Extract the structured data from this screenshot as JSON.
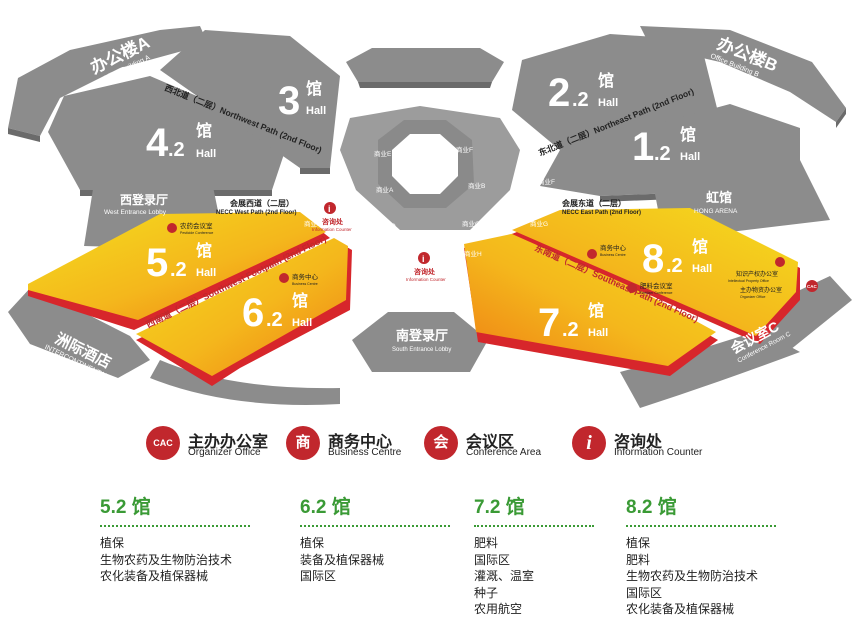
{
  "map": {
    "office_a": {
      "cn": "办公楼A",
      "en": "Office Building A"
    },
    "office_b": {
      "cn": "办公楼B",
      "en": "Office Building B"
    },
    "halls": {
      "h3": {
        "num": "3",
        "cn": "馆",
        "en": "Hall"
      },
      "h42": {
        "num": "4",
        "sub": ".2",
        "cn": "馆",
        "en": "Hall"
      },
      "h22": {
        "num": "2",
        "sub": ".2",
        "cn": "馆",
        "en": "Hall"
      },
      "h12": {
        "num": "1",
        "sub": ".2",
        "cn": "馆",
        "en": "Hall"
      },
      "h52": {
        "num": "5",
        "sub": ".2",
        "cn": "馆",
        "en": "Hall"
      },
      "h62": {
        "num": "6",
        "sub": ".2",
        "cn": "馆",
        "en": "Hall"
      },
      "h72": {
        "num": "7",
        "sub": ".2",
        "cn": "馆",
        "en": "Hall"
      },
      "h82": {
        "num": "8",
        "sub": ".2",
        "cn": "馆",
        "en": "Hall"
      }
    },
    "northwest_path": "西北道（二层）Northwest Path (2nd Floor)",
    "northeast_path": "东北道（二层）Northeast Path (2nd Floor)",
    "west_path": {
      "cn": "会展西道（二层）",
      "en": "NECC West Path (2nd Floor)"
    },
    "east_path": {
      "cn": "会展东道（二层）",
      "en": "NECC East Path (2nd Floor)"
    },
    "southwest_path": "西南道（二层）Southwest Footpath (2nd Floor)",
    "southeast_path": "东南道（二层）Southeast Path (2nd Floor)",
    "west_lobby": {
      "cn": "西登录厅",
      "en": "West Entrance Lobby"
    },
    "south_lobby": {
      "cn": "南登录厅",
      "en": "South Entrance Lobby"
    },
    "hong_arena": {
      "cn": "虹馆",
      "en": "HONG ARENA"
    },
    "intercontinental": {
      "cn": "洲际酒店",
      "en": "INTERCONTINENTAL"
    },
    "conference_c": {
      "cn": "会议室C",
      "en": "Conference Room C"
    },
    "shops": {
      "a": "商业A",
      "b": "商业B",
      "c": "商业C",
      "d": "商业D",
      "e1": "商业E",
      "e2": "商业E",
      "f1": "商业F",
      "f2": "商业F",
      "g": "商业G",
      "h": "商业H",
      "j": "商业J",
      "k": "商业K"
    },
    "info_counter": {
      "cn": "咨询处",
      "en": "Information Counter"
    },
    "pesticide_office": {
      "cn": "农药会议室",
      "en": "Pesticide Conference"
    },
    "business_centre_62": {
      "cn": "商务中心",
      "en": "Business Centre"
    },
    "business_centre_82": {
      "cn": "商务中心",
      "en": "Business Centre"
    },
    "fertilizer_office": {
      "cn": "肥料会议室",
      "en": "Fertilizer Conference"
    },
    "ip_office": {
      "cn": "知识产权办公室",
      "en": "Intellectual Property Office"
    },
    "organizer_office_map": {
      "cn": "主办物资办公室",
      "en": "Organizer Office"
    }
  },
  "legend": [
    {
      "icon": "CAC",
      "cn": "主办办公室",
      "en": "Organizer Office"
    },
    {
      "icon": "商",
      "cn": "商务中心",
      "en": "Business Centre"
    },
    {
      "icon": "会",
      "cn": "会议区",
      "en": "Conference Area"
    },
    {
      "icon": "i",
      "cn": "咨询处",
      "en": "Information Counter"
    }
  ],
  "halls_list": [
    {
      "title": "5.2 馆",
      "items": [
        "植保",
        "生物农药及生物防治技术",
        "农化装备及植保器械"
      ]
    },
    {
      "title": "6.2 馆",
      "items": [
        "植保",
        "装备及植保器械",
        "国际区"
      ]
    },
    {
      "title": "7.2 馆",
      "items": [
        "肥料",
        "国际区",
        "灌溉、温室",
        "种子",
        "农用航空"
      ]
    },
    {
      "title": "8.2 馆",
      "items": [
        "植保",
        "肥料",
        "生物农药及生物防治技术",
        "国际区",
        "农化装备及植保器械"
      ]
    }
  ],
  "colors": {
    "gray": "#8c8c8c",
    "dark_gray": "#6b6b6b",
    "red": "#d7262b",
    "green": "#3a9a35",
    "yellow": "#f4d21c",
    "orange": "#ef8b17"
  }
}
